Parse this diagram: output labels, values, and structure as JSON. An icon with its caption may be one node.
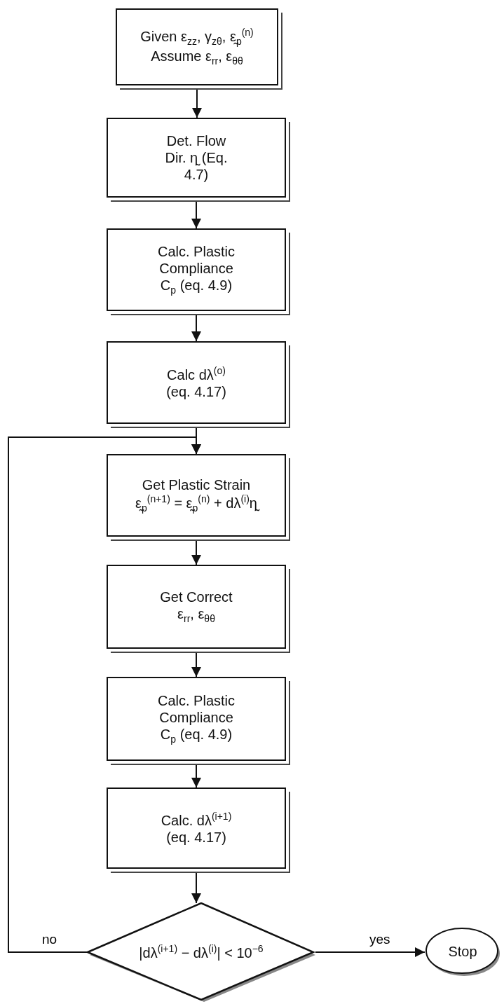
{
  "diagram": {
    "nodes": [
      {
        "text": [
          "Given ε$_{zz}$, γ$_{zθ}$, ε̰$_{p}$$^{(n)}$",
          "Assume ε$_{rr}$, ε$_{θθ}$"
        ]
      },
      {
        "text": [
          "Det. Flow Dir. η̰ (Eq. 4.7)"
        ]
      },
      {
        "text": [
          "Calc. Plastic Compliance C$_{p}$ (eq. 4.9)"
        ]
      },
      {
        "text": [
          "Calc dλ$^{(o)}$ (eq. 4.17)"
        ]
      },
      {
        "text": [
          "Get Plastic Strain ε̰$_{p}$$^{(n+1)}$ = ε̰$_{p}$$^{(n)}$ + dλ$^{(i)}$η̰"
        ]
      },
      {
        "text": [
          "Get Correct ε$_{rr}$, ε$_{θθ}$"
        ]
      },
      {
        "text": [
          "Calc. Plastic Compliance C$_{p}$ (eq. 4.9)"
        ]
      },
      {
        "text": [
          "Calc. dλ$^{(i+1)}$ (eq. 4.17)"
        ]
      },
      {
        "text": [
          "|dλ$^{(i+1)}$ − dλ$^{(i)}$| < 10$^{−6}$"
        ]
      },
      {
        "text": [
          "Stop"
        ]
      }
    ],
    "edges": [
      {
        "from": 0,
        "to": 1,
        "arrow": "to"
      },
      {
        "from": 1,
        "to": 2,
        "arrow": "to"
      },
      {
        "from": 2,
        "to": 3,
        "arrow": "to"
      },
      {
        "from": 3,
        "to": 4,
        "arrow": "to"
      },
      {
        "from": 4,
        "to": 5,
        "arrow": "to"
      },
      {
        "from": 5,
        "to": 6,
        "arrow": "to"
      },
      {
        "from": 6,
        "to": 7,
        "arrow": "to"
      },
      {
        "from": 7,
        "to": 8,
        "arrow": "to"
      },
      {
        "from": 8,
        "to": 9,
        "arrow": "to",
        "label": "yes"
      },
      {
        "from": 8,
        "to": 4,
        "arrow": "to",
        "label": "no"
      }
    ]
  }
}
